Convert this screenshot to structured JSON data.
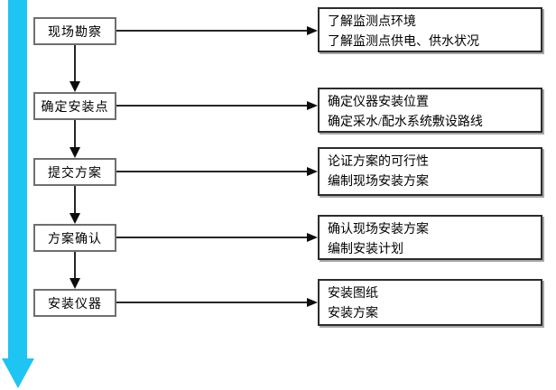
{
  "flow": {
    "title": "instrument-installation-process",
    "rows": [
      {
        "step": "现场勘察",
        "notes": [
          "了解监测点环境",
          "了解监测点供电、供水状况"
        ]
      },
      {
        "step": "确定安装点",
        "notes": [
          "确定仪器安装位置",
          "确定采水/配水系统敷设路线"
        ]
      },
      {
        "step": "提交方案",
        "notes": [
          "论证方案的可行性",
          "编制现场安装方案"
        ]
      },
      {
        "step": "方案确认",
        "notes": [
          "确认现场安装方案",
          "编制安装计划"
        ]
      },
      {
        "step": "安装仪器",
        "notes": [
          "安装图纸",
          "安装方案"
        ]
      }
    ]
  },
  "colors": {
    "flow_arrow": "#1ec4f2",
    "connector": "#262626",
    "step_border": "#6f6f6f",
    "note_border": "#2c2c2c",
    "note_shadow": "#a6a6a6"
  }
}
